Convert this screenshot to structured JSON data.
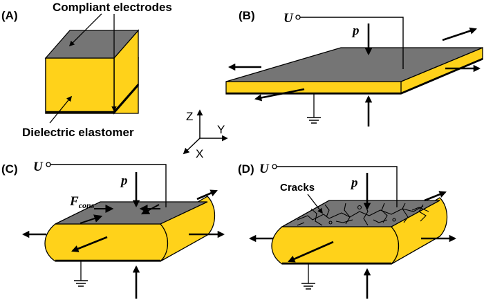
{
  "panels": {
    "a": {
      "label": "(A)",
      "electrodes_label": "Compliant electrodes",
      "elastomer_label": "Dielectric elastomer"
    },
    "b": {
      "label": "(B)",
      "voltage": "U",
      "pressure": "p"
    },
    "c": {
      "label": "(C)",
      "voltage": "U",
      "pressure": "p",
      "force_main": "F",
      "force_sub": "cons"
    },
    "d": {
      "label": "(D)",
      "voltage": "U",
      "pressure": "p",
      "cracks_label": "Cracks"
    }
  },
  "axes": {
    "z": "Z",
    "y": "Y",
    "x": "X"
  },
  "colors": {
    "elastomer": "#FFD21A",
    "electrode": "#757575",
    "ink": "#000000"
  }
}
